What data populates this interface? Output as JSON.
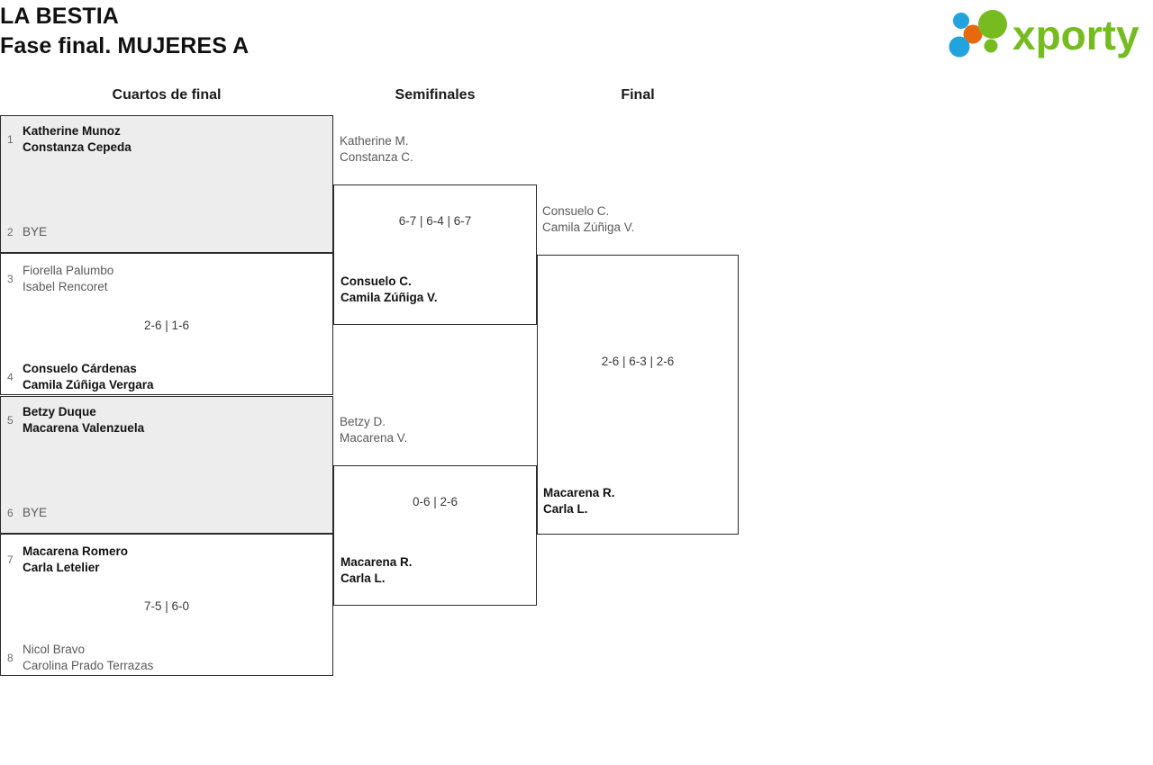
{
  "header": {
    "title_line1": "LA BESTIA",
    "title_line2": "Fase final. MUJERES A",
    "logo_text": "xporty",
    "logo_colors": {
      "green": "#76bc21",
      "orange": "#e8690b",
      "blue": "#22a3dd"
    }
  },
  "rounds": [
    {
      "id": "r0",
      "label": "Cuartos de final"
    },
    {
      "id": "r1",
      "label": "Semifinales"
    },
    {
      "id": "r2",
      "label": "Final"
    }
  ],
  "quarterfinals": [
    {
      "bye": true,
      "top": {
        "seed": "1",
        "line1": "Katherine Munoz",
        "line2": "Constanza Cepeda",
        "status": "winner"
      },
      "bottom": {
        "seed": "2",
        "line1": "BYE",
        "line2": "",
        "status": "bye"
      },
      "score": ""
    },
    {
      "bye": false,
      "top": {
        "seed": "3",
        "line1": "Fiorella Palumbo",
        "line2": "Isabel Rencoret",
        "status": "loser"
      },
      "bottom": {
        "seed": "4",
        "line1": "Consuelo Cárdenas",
        "line2": "Camila Zúñiga Vergara",
        "status": "winner"
      },
      "score": "2-6 | 1-6"
    },
    {
      "bye": true,
      "top": {
        "seed": "5",
        "line1": "Betzy Duque",
        "line2": "Macarena Valenzuela",
        "status": "winner"
      },
      "bottom": {
        "seed": "6",
        "line1": "BYE",
        "line2": "",
        "status": "bye"
      },
      "score": ""
    },
    {
      "bye": false,
      "top": {
        "seed": "7",
        "line1": "Macarena Romero",
        "line2": "Carla Letelier",
        "status": "winner"
      },
      "bottom": {
        "seed": "8",
        "line1": "Nicol Bravo",
        "line2": "Carolina Prado Terrazas",
        "status": "loser"
      },
      "score": "7-5 | 6-0"
    }
  ],
  "semifinals": [
    {
      "top": {
        "line1": "Katherine M.",
        "line2": "Constanza C.",
        "status": "loser"
      },
      "bottom": {
        "line1": "Consuelo C.",
        "line2": "Camila Zúñiga V.",
        "status": "winner"
      },
      "score": "6-7 | 6-4 | 6-7"
    },
    {
      "top": {
        "line1": "Betzy D.",
        "line2": "Macarena V.",
        "status": "loser"
      },
      "bottom": {
        "line1": "Macarena R.",
        "line2": "Carla L.",
        "status": "winner"
      },
      "score": "0-6 | 2-6"
    }
  ],
  "final": {
    "top": {
      "line1": "Consuelo C.",
      "line2": "Camila Zúñiga V.",
      "status": "loser"
    },
    "bottom": {
      "line1": "Macarena R.",
      "line2": "Carla L.",
      "status": "winner"
    },
    "score": "2-6 | 6-3 | 2-6"
  }
}
